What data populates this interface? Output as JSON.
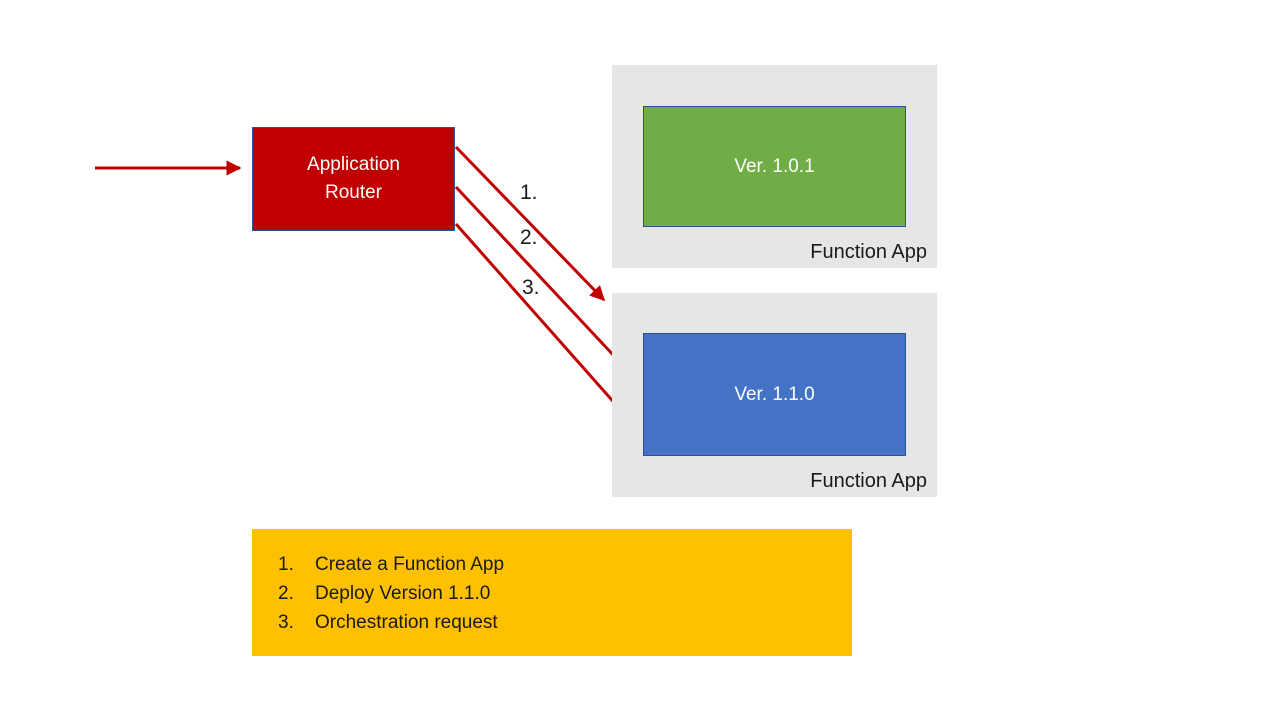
{
  "colors": {
    "arrow-red": "#C00000",
    "router-red": "#C00000",
    "version-green": "#70AD47",
    "version-blue": "#4472C4",
    "container-gray": "#E6E6E6",
    "legend-yellow": "#FFC000",
    "box-border-blue": "#2F528F",
    "text-black": "#1A1A1A",
    "text-white": "#FFFFFF"
  },
  "router": {
    "label": "Application Router"
  },
  "function_apps": [
    {
      "version_label": "Ver. 1.0.1",
      "container_label": "Function App"
    },
    {
      "version_label": "Ver. 1.1.0",
      "container_label": "Function App"
    }
  ],
  "arrows": {
    "labels": [
      "1.",
      "2.",
      "3."
    ]
  },
  "legend": {
    "items": [
      {
        "number": "1.",
        "text": "Create a Function App"
      },
      {
        "number": "2.",
        "text": "Deploy Version 1.1.0"
      },
      {
        "number": "3.",
        "text": "Orchestration request"
      }
    ]
  }
}
